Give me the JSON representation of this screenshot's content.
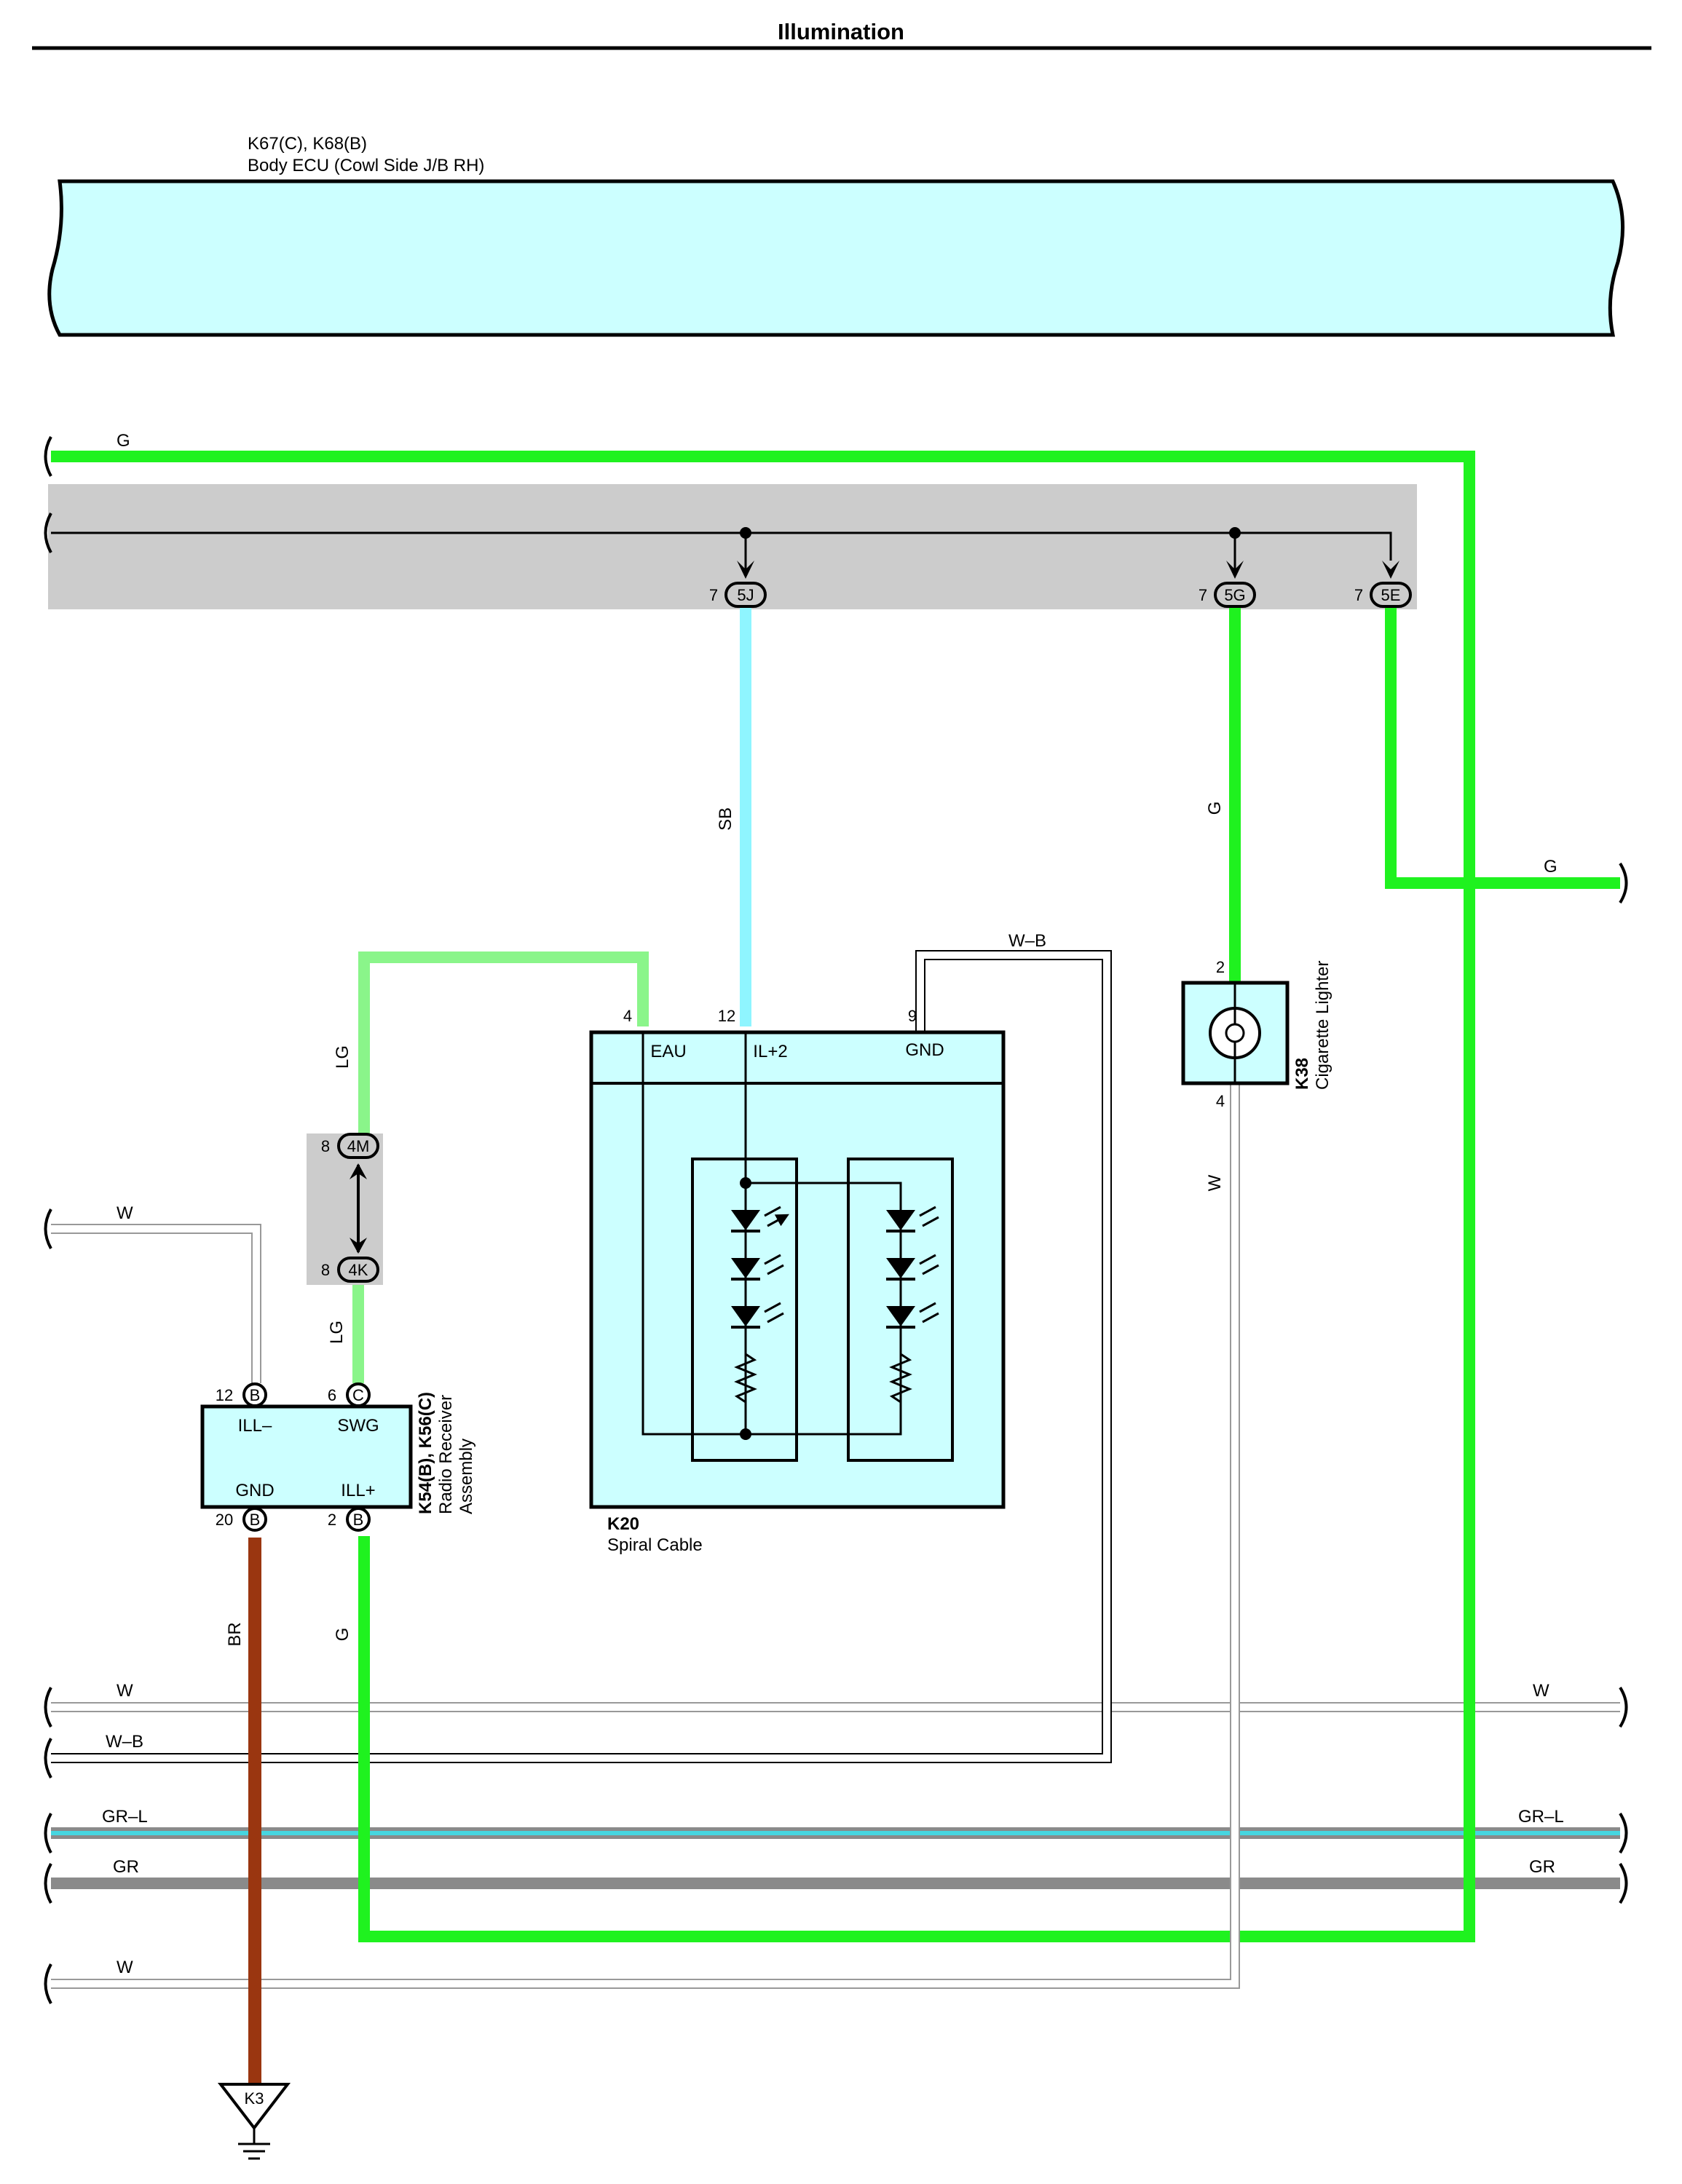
{
  "page": {
    "title": "Illumination"
  },
  "colors": {
    "G": "#1ff21f",
    "LG": "#8af58a",
    "SB": "#8ff5ff",
    "W": "#ffffff",
    "BR": "#9a3610",
    "GR": "#8a8a8a",
    "GR_L_band": "#46d6e0",
    "component_fill": "#ccffff",
    "shade": "#cccccc"
  },
  "body_ecu": {
    "codes": "K67(C), K68(B)",
    "name": "Body ECU (Cowl Side J/B RH)"
  },
  "junctions": [
    {
      "pin": "7",
      "code": "5J"
    },
    {
      "pin": "7",
      "code": "5G"
    },
    {
      "pin": "7",
      "code": "5E"
    }
  ],
  "inline_connector": {
    "top": {
      "pin": "8",
      "code": "4M"
    },
    "bottom": {
      "pin": "8",
      "code": "4K"
    }
  },
  "wires": {
    "top_g": "G",
    "sb": "SB",
    "g_5g": "G",
    "g_right_out": "G",
    "wb_top": "W–B",
    "lg_upper": "LG",
    "lg_lower": "LG",
    "w_left_top": "W",
    "w_k38": "W",
    "br": "BR",
    "g_radio": "G",
    "bus_w": "W",
    "bus_wb": "W–B",
    "bus_grl": "GR–L",
    "bus_gr": "GR",
    "bus_w_bottom": "W"
  },
  "spiral_cable": {
    "code": "K20",
    "name": "Spiral Cable",
    "pins": [
      {
        "num": "4",
        "name": "EAU"
      },
      {
        "num": "12",
        "name": "IL+2"
      },
      {
        "num": "9",
        "name": "GND"
      }
    ]
  },
  "cigarette_lighter": {
    "code": "K38",
    "name": "Cigarette Lighter",
    "pin_top": "2",
    "pin_bottom": "4"
  },
  "radio": {
    "codes": "K54(B), K56(C)",
    "name_line1": "Radio Receiver",
    "name_line2": "Assembly",
    "pins": [
      {
        "num": "12",
        "conn": "B",
        "name": "ILL–"
      },
      {
        "num": "6",
        "conn": "C",
        "name": "SWG"
      },
      {
        "num": "20",
        "conn": "B",
        "name": "GND"
      },
      {
        "num": "2",
        "conn": "B",
        "name": "ILL+"
      }
    ]
  },
  "ground": {
    "code": "K3"
  }
}
